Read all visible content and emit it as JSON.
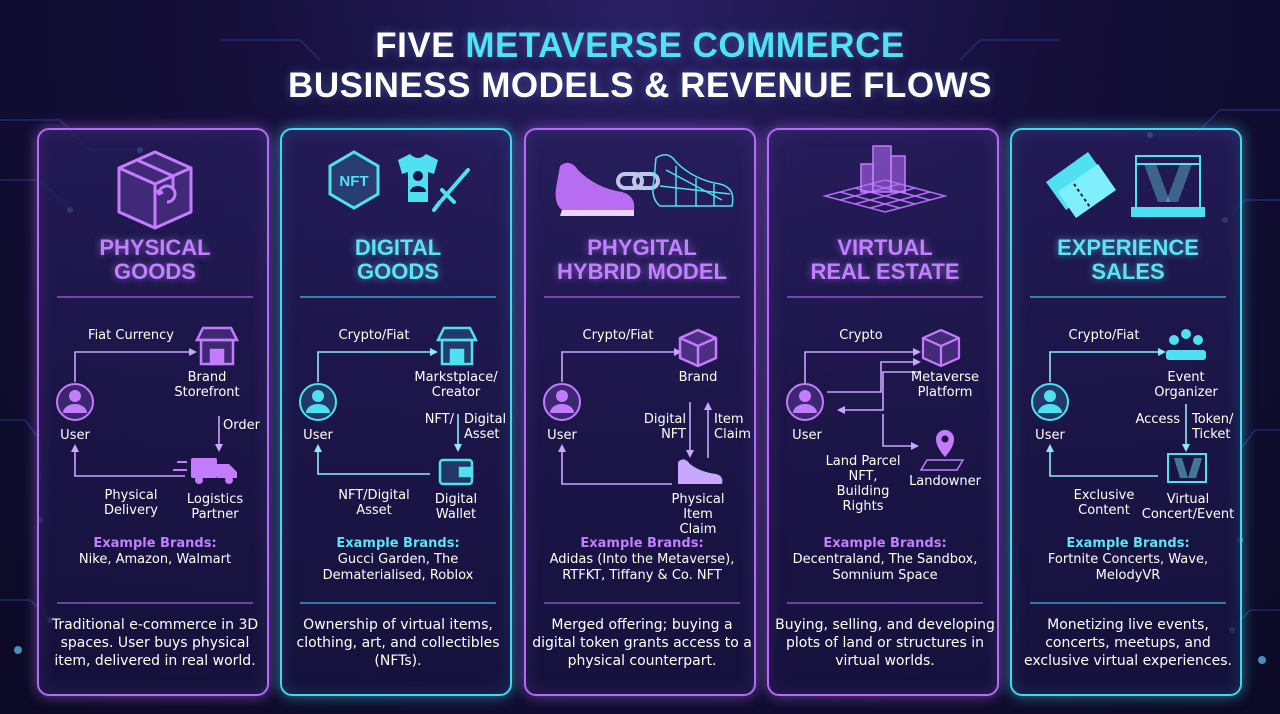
{
  "title": {
    "line1_a": "FIVE",
    "line1_b": "METAVERSE COMMERCE",
    "line2": "BUSINESS MODELS & REVENUE FLOWS"
  },
  "colors": {
    "purple": "#b36cf5",
    "cyan": "#3fd9ef",
    "background": "#150f3a"
  },
  "panels": [
    {
      "title1": "PHYSICAL",
      "title2": "GOODS",
      "icon": "package-box-icon",
      "user": "User",
      "node_top": "Brand\nStorefront",
      "node_bottom": "Logistics\nPartner",
      "arrow_top": "Fiat Currency",
      "arrow_right": "Order",
      "arrow_right_b": "",
      "arrow_bottom": "Physical\nDelivery",
      "brands_label": "Example Brands:",
      "brands": "Nike, Amazon, Walmart",
      "description": "Traditional e-commerce in 3D spaces. User buys physical item, delivered in real world."
    },
    {
      "title1": "DIGITAL",
      "title2": "GOODS",
      "icon": "nft-tshirt-sword-icon",
      "nft_text": "NFT",
      "user": "User",
      "node_top": "Markstplace/\nCreator",
      "node_bottom": "Digital\nWallet",
      "arrow_top": "Crypto/Fiat",
      "arrow_right": "NFT/",
      "arrow_right_b": "Digital\nAsset",
      "arrow_bottom": "NFT/Digital\nAsset",
      "brands_label": "Example Brands:",
      "brands": "Gucci Garden, The Dematerialised, Roblox",
      "description": "Ownership of virtual items, clothing, art, and collectibles (NFTs)."
    },
    {
      "title1": "PHYGITAL",
      "title2": "HYBRID MODEL",
      "icon": "sneaker-link-icon",
      "user": "User",
      "node_top": "Brand",
      "node_bottom": "Physical Item\nClaim",
      "arrow_top": "Crypto/Fiat",
      "arrow_right": "Digital\nNFT",
      "arrow_right_b": "Item\nClaim",
      "arrow_bottom": "",
      "brands_label": "Example Brands:",
      "brands": "Adidas (Into the Metaverse), RTFKT, Tiffany & Co. NFT",
      "description": "Merged offering; buying a digital token grants access to a physical counterpart."
    },
    {
      "title1": "VIRTUAL",
      "title2": "REAL ESTATE",
      "icon": "virtual-city-grid-icon",
      "user": "User",
      "node_top": "Metaverse\nPlatform",
      "node_bottom": "Landowner",
      "arrow_top": "Crypto",
      "arrow_right": "",
      "arrow_right_b": "",
      "arrow_bottom": "Land Parcel\nNFT,\nBuilding\nRights",
      "brands_label": "Example Brands:",
      "brands": "Decentraland, The Sandbox, Somnium Space",
      "description": "Buying, selling, and developing plots of land or structures in virtual worlds."
    },
    {
      "title1": "EXPERIENCE",
      "title2": "SALES",
      "icon": "tickets-stage-icon",
      "user": "User",
      "node_top": "Event\nOrganizer",
      "node_bottom": "Virtual\nConcert/Event",
      "arrow_top": "Crypto/Fiat",
      "arrow_right": "Access",
      "arrow_right_b": "Token/\nTicket",
      "arrow_bottom": "Exclusive\nContent",
      "brands_label": "Example Brands:",
      "brands": "Fortnite Concerts, Wave, MelodyVR",
      "description": "Monetizing live events, concerts, meetups, and exclusive virtual experiences."
    }
  ]
}
